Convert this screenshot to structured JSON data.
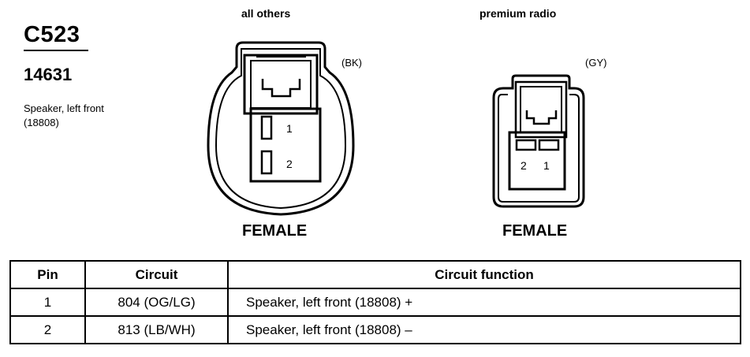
{
  "connector": {
    "id": "C523",
    "part_number": "14631",
    "description_line1": "Speaker, left front",
    "description_line2": "(18808)"
  },
  "variants": [
    {
      "title": "all others",
      "color": "(BK)",
      "gender": "FEMALE",
      "pins": [
        "1",
        "2"
      ]
    },
    {
      "title": "premium radio",
      "color": "(GY)",
      "gender": "FEMALE",
      "pins": [
        "2",
        "1"
      ]
    }
  ],
  "table": {
    "headers": [
      "Pin",
      "Circuit",
      "Circuit function"
    ],
    "rows": [
      {
        "pin": "1",
        "circuit": "804 (OG/LG)",
        "function": "Speaker, left front (18808) +"
      },
      {
        "pin": "2",
        "circuit": "813 (LB/WH)",
        "function": "Speaker, left front (18808) –"
      }
    ]
  }
}
